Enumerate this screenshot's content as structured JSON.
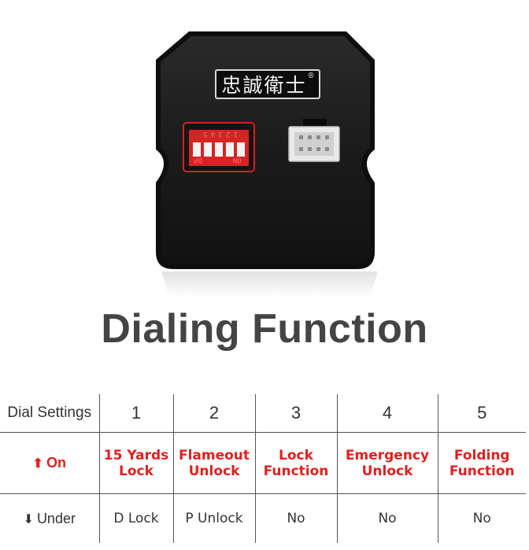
{
  "device": {
    "brand": "忠誠衛士",
    "brand_mark": "®",
    "dip_numbers": [
      "1",
      "2",
      "3",
      "4",
      "5"
    ],
    "dip_left_text": "DP",
    "dip_right_text": "ON"
  },
  "title": "Dialing Function",
  "table": {
    "header_label": "Dial Settings",
    "columns": [
      "1",
      "2",
      "3",
      "4",
      "5"
    ],
    "on_row": {
      "arrow": "⬆",
      "label": "On",
      "cells": [
        {
          "line1": "15 Yards",
          "line2": "Lock"
        },
        {
          "line1": "Flameout",
          "line2": "Unlock"
        },
        {
          "line1": "Lock",
          "line2": "Function"
        },
        {
          "line1": "Emergency",
          "line2": "Unlock"
        },
        {
          "line1": "Folding",
          "line2": "Function"
        }
      ]
    },
    "under_row": {
      "arrow": "⬇",
      "label": "Under",
      "cells": [
        "D Lock",
        "P Unlock",
        "No",
        "No",
        "No"
      ]
    }
  },
  "colors": {
    "on_red": "#e02020",
    "title_gray": "#444444",
    "device_body": "#1c1c1c"
  }
}
